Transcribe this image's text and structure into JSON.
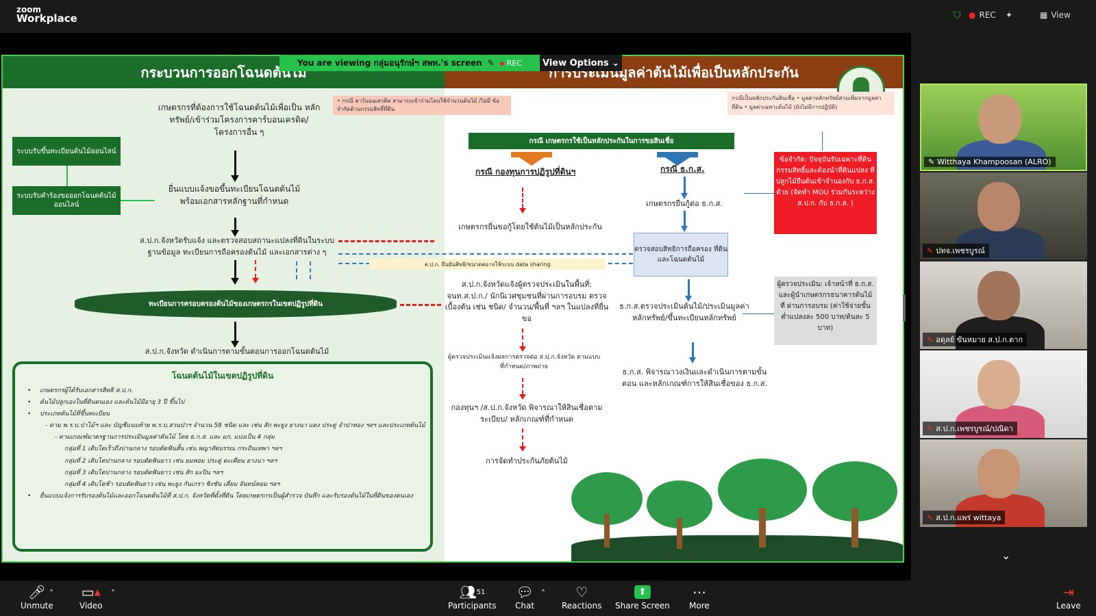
{
  "app": {
    "logo_line1": "zoom",
    "logo_line2": "Workplace"
  },
  "top_right": {
    "rec": "REC",
    "view": "View"
  },
  "share_banner": {
    "viewing": "You are viewing กลุ่มอนุรักษ์ฯ สพท.'s screen",
    "rec": "REC",
    "view_options": "View Options"
  },
  "slide": {
    "left_title": "กระบวนการออกโฉนดต้นไม้",
    "right_title": "การประเมินมูลค่าต้นไม้เพื่อเป็นหลักประกัน",
    "intro": "เกษตรกรที่ต้องการใช้โฉนดต้นไม้เพื่อเป็น หลักทรัพย์/เข้าร่วมโครงการคาร์บอนเครดิต/ โครงการอื่น ๆ",
    "box_online1": "ระบบรับขึ้นทะเบียนต้นไม้ออนไลน์",
    "box_online2": "ระบบรับคำร้องขอออกโฉนดต้นไม้ออนไลน์",
    "step_submit": "ยื่นแบบแจ้งขอขึ้นทะเบียนโฉนดต้นไม้ พร้อมเอกสารหลักฐานที่กำหนด",
    "step_check": "ส.ป.ก.จังหวัดรับแจ้ง และตรวจสอบสถานะแปลงที่ดินในระบบ ฐานข้อมูล ทะเบียนการถือครองต้นไม้ และเอกสารต่าง ๆ",
    "ellipse": "ทะเบียนการครอบครองต้นไม้ของเกษตรกรในเขตปฏิรูปที่ดิน",
    "step_proceed": "ส.ป.ก.จังหวัด ดำเนินการตามขั้นตอนการออกโฉนดต้นไม้",
    "carbon_note": "• กรณี คาร์บอนเครดิต สามารถเข้าร่วมโดยใช้จำนวนต้นไม้ /ไม่มี ข้อจำกัดด้านกรรมสิทธิ์ที่ดิน",
    "card_title": "โฉนดต้นไม้ในเขตปฏิรูปที่ดิน",
    "card_b1": "เกษตรกรผู้ได้รับเอกสารสิทธิ ส.ป.ก.",
    "card_b2": "ต้นไม้ปลูกเองในที่ดินตนเอง และต้นไม้มีอายุ 3 ปี ขึ้นไป",
    "card_b3": "ประเภทต้นไม้ที่ขึ้นทะเบียน",
    "card_p1": "- ตาม พ.ร.บ.ป่าไม้ฯ และ บัญชีแนบท้าย พ.ร.บ.สวนป่าฯ จำนวน 58 ชนิด และ เช่น สัก พะยูง ยางนา แดง ประดู่ จำปาทอง ฯลฯ และประเภทต้นไม้",
    "card_p2": "- ตามเกณฑ์มาตรฐานการประเมินมูลค่าต้นไม้ โดย ธ.ก.ส. และ มก. แบ่งเป็น 4 กลุ่ม",
    "card_g1": "กลุ่มที่ 1 เติบโตเร็วถึงปานกลาง รอบตัดฟันสั้น เช่น พญาสัตบรรณ กระถินเทพา ฯลฯ",
    "card_g2": "กลุ่มที่ 2 เติบโตปานกลาง รอบตัดฟันยาว เช่น ยมหอม ประดู่ ตะเคียน ยางนา ฯลฯ",
    "card_g3": "กลุ่มที่ 3 เติบโตปานกลาง รอบตัดฟันยาว เช่น สัก มะปิน ฯลฯ",
    "card_g4": "กลุ่มที่ 4 เติบโตช้า รอบตัดฟันยาว เช่น พะยูง กันเกรา ชิงชัน เคี่ยม จันทน์หอม ฯลฯ",
    "card_b4": "ยื่นแบบแจ้งการรับรองต้นไม้และออกโฉนดต้นไม้ที่ ส.ป.ก. จังหวัดที่ตั้งที่ดิน โดยเกษตรกรเป็นผู้สำรวจ บันทึก และรับรองต้นไม้ในที่ดินของตนเอง",
    "collateral_note": "กรณีเป็นหลักประกันสินเชื่อ • มูลค่าหลักทรัพย์ส่วนเพิ่มจากมูลค่าที่ดิน • มูลค่าเฉพาะต้นไม้ (ยังไม่มีการปฏิบัติ)",
    "top_green": "กรณี เกษตรกรใช้เป็นหลักประกันในการขอสินเชื่อ",
    "sub_fund": "กรณี กองทุนการปฏิรูปที่ดินฯ",
    "sub_baac": "กรณี ธ.ก.ส.",
    "fund_s1": "เกษตรกรยื่นขอกู้โดยใช้ต้นไม้เป็นหลักประกัน",
    "fund_s2": "ส.ป.ก.จังหวัดแจ้งผู้ตรวจประเมินในพื้นที่: จนท.ส.ป.ก./ นักนิเวศชุมชนที่ผ่านการอบรม ตรวจเบื้องต้น เช่น ชนิด/ จำนวน/พื้นที่ ฯลฯ ในแปลงที่ยื่นขอ",
    "fund_s3": "ผู้ตรวจประเมินแจ้งผลการตรวจต่อ ส.ป.ก.จังหวัด ตามแบบ ที่กำหนด/ภาพถ่าย",
    "fund_s4": "กองทุนฯ /ส.ป.ก.จังหวัด พิจารณาให้สินเชื่อตามระเบียบ/ หลักเกณฑ์ที่กำหนด",
    "fund_s5": "การจัดทำประกันภัยต้นไม้",
    "baac_s1": "เกษตรกรยื่นกู้ต่อ ธ.ก.ส.",
    "baac_box": "ตรวจสอบสิทธิการถือครอง ที่ดินและโฉนดต้นไม้",
    "yellow": "ส.ป.ก. ยืนยันสิทธิ/ขนาดตอาจใช้ระบบ data sharing",
    "baac_s2": "ธ.ก.ส.ตรวจประเมินต้นไม้/ประเมินมูลค่า หลักทรัพย์/ขึ้นทะเบียนหลักทรัพย์",
    "baac_s3": "ธ.ก.ส. พิจารณาวงเงินและดำเนินการตามขั้นตอน และหลักเกณฑ์การให้สินเชื่อของ ธ.ก.ส.",
    "red_box": "ข้อจำกัด: ปัจจุบันรับเฉพาะที่ดิน กรรมสิทธิ์และต้องนำที่ดินแปลง ที่ปลูกไม้ยืนต้นเข้าจำนองกับ ธ.ก.ส. ด้วย (จัดทำ MOU ร่วมกันระหว่าง ส.ป.ก. กับ ธ.ก.ส. )",
    "gray_box": "ผู้ตรวจประเมิน: เจ้าหน้าที่ ธ.ก.ส. และผู้นำเกษตรกรธนาคารต้นไม้ที่ ผ่านการอบรม (ค่าใช้จ่ายขั้นต่ำแปลงละ 500 บาท/ต้นละ 5 บาท)"
  },
  "participants": [
    {
      "name": "Witthaya Khampoosan (ALRO)",
      "muted": false
    },
    {
      "name": "ปทจ.เพชรบูรณ์",
      "muted": true
    },
    {
      "name": "อดุลย์ ขันหมาย ส.ป.ก.ตาก",
      "muted": true
    },
    {
      "name": "ส.ป.ก.เพชรบูรณ์/ปณิดา",
      "muted": true
    },
    {
      "name": "ส.ป.ก.แพร่ wittaya",
      "muted": true
    }
  ],
  "toolbar": {
    "unmute": "Unmute",
    "video": "Video",
    "participants": "Participants",
    "participants_count": "51",
    "chat": "Chat",
    "reactions": "Reactions",
    "share_screen": "Share Screen",
    "more": "More",
    "leave": "Leave"
  },
  "colors": {
    "accent": "#27c24c",
    "left_header": "#1b6e2a",
    "right_header": "#8b3e12",
    "alert": "#ee1c24"
  }
}
